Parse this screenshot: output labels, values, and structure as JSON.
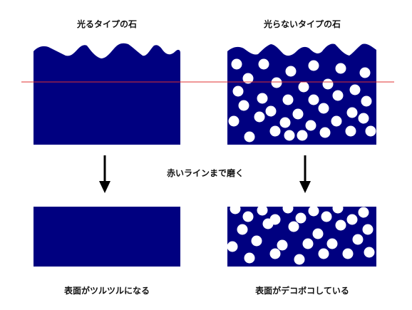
{
  "labels": {
    "shiny_title": "光るタイプの石",
    "dull_title": "光らないタイプの石",
    "process": "赤いラインまで磨く",
    "shiny_result": "表面がツルツルになる",
    "dull_result": "表面がデコボコしている"
  },
  "colors": {
    "stone": "#000080",
    "pore": "#ffffff",
    "polish_line": "#e03030",
    "arrow": "#000000"
  }
}
